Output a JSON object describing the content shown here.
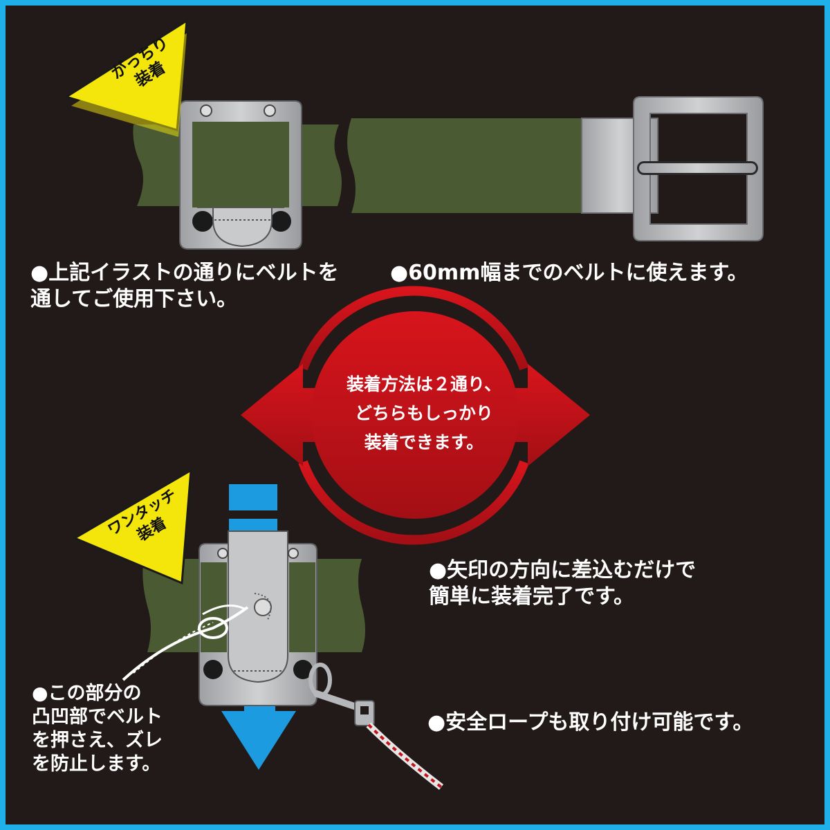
{
  "badges": {
    "top": {
      "line1": "がっちり",
      "line2": "装着"
    },
    "bottom": {
      "line1": "ワンタッチ",
      "line2": "装着"
    }
  },
  "captions": {
    "belt_pass_line1": "●上記イラストの通りにベルトを",
    "belt_pass_line2": "通してご使用下さい。",
    "width_note": "●60mm幅までのベルトに使えます。",
    "arrow_insert_line1": "●矢印の方向に差込むだけで",
    "arrow_insert_line2": "簡単に装着完了です。",
    "bump_line1": "●この部分の",
    "bump_line2": "凸凹部でベルト",
    "bump_line3": "を押さえ、ズレ",
    "bump_line4": "を防止します。",
    "rope_note": "●安全ロープも取り付け可能です。"
  },
  "center": {
    "line1": "装着方法は２通り、",
    "line2": "どちらもしっかり",
    "line3": "装着できます。"
  },
  "colors": {
    "frame": "#1fb0ea",
    "background": "#221a18",
    "belt": "#4a5a33",
    "badge": "#f4e60a",
    "metal": "#b6b7ba",
    "red": "#c3141c",
    "blue": "#1d9be0"
  }
}
